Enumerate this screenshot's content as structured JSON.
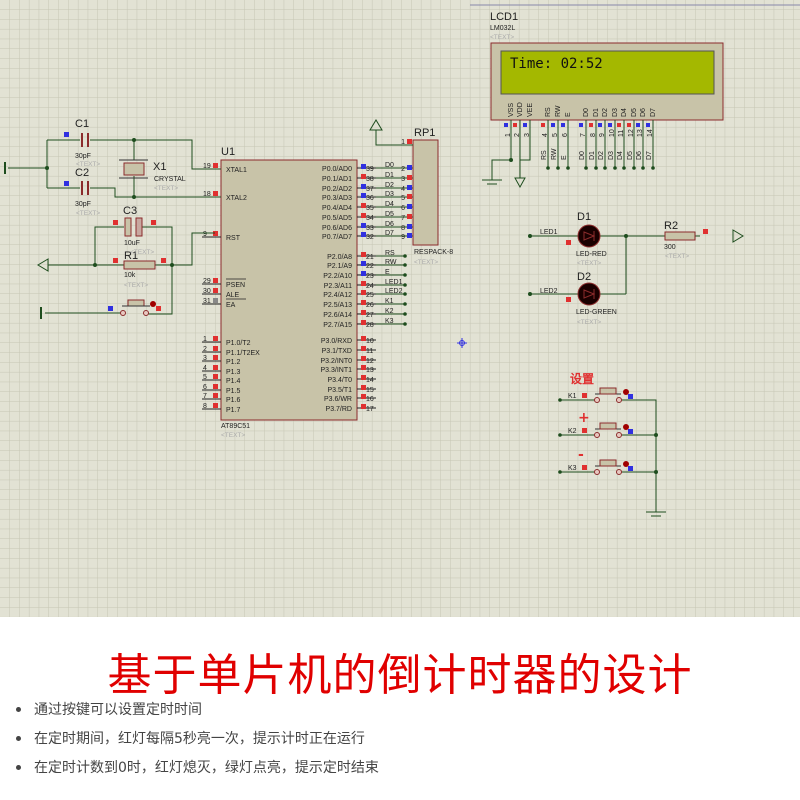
{
  "schematic": {
    "mcu": {
      "ref": "U1",
      "part": "AT89C51",
      "text": "<TEXT>",
      "left_pins": [
        [
          "19",
          "XTAL1"
        ],
        [
          "18",
          "XTAL2"
        ],
        [
          "9",
          "RST"
        ],
        [
          "29",
          "PSEN"
        ],
        [
          "30",
          "ALE"
        ],
        [
          "31",
          "EA"
        ],
        [
          "1",
          "P1.0/T2"
        ],
        [
          "2",
          "P1.1/T2EX"
        ],
        [
          "3",
          "P1.2"
        ],
        [
          "4",
          "P1.3"
        ],
        [
          "5",
          "P1.4"
        ],
        [
          "6",
          "P1.5"
        ],
        [
          "7",
          "P1.6"
        ],
        [
          "8",
          "P1.7"
        ]
      ],
      "right_pins": [
        [
          "39",
          "P0.0/AD0"
        ],
        [
          "38",
          "P0.1/AD1"
        ],
        [
          "37",
          "P0.2/AD2"
        ],
        [
          "36",
          "P0.3/AD3"
        ],
        [
          "35",
          "P0.4/AD4"
        ],
        [
          "34",
          "P0.5/AD5"
        ],
        [
          "33",
          "P0.6/AD6"
        ],
        [
          "32",
          "P0.7/AD7"
        ],
        [
          "21",
          "P2.0/A8"
        ],
        [
          "22",
          "P2.1/A9"
        ],
        [
          "23",
          "P2.2/A10"
        ],
        [
          "24",
          "P2.3/A11"
        ],
        [
          "25",
          "P2.4/A12"
        ],
        [
          "26",
          "P2.5/A13"
        ],
        [
          "27",
          "P2.6/A14"
        ],
        [
          "28",
          "P2.7/A15"
        ],
        [
          "10",
          "P3.0/RXD"
        ],
        [
          "11",
          "P3.1/TXD"
        ],
        [
          "12",
          "P3.2/INT0"
        ],
        [
          "13",
          "P3.3/INT1"
        ],
        [
          "14",
          "P3.4/T0"
        ],
        [
          "15",
          "P3.5/T1"
        ],
        [
          "16",
          "P3.6/WR"
        ],
        [
          "17",
          "P3.7/RD"
        ]
      ]
    },
    "p0_nets": [
      "D0",
      "D1",
      "D2",
      "D3",
      "D4",
      "D5",
      "D6",
      "D7"
    ],
    "p2_nets": [
      "RS",
      "RW",
      "E",
      "LED1",
      "LED2",
      "K1",
      "K2",
      "K3"
    ],
    "rp1": {
      "ref": "RP1",
      "part": "RESPACK-8",
      "text": "<TEXT>",
      "pins": [
        "1",
        "2",
        "3",
        "4",
        "5",
        "6",
        "7",
        "8",
        "9"
      ]
    },
    "c1": {
      "ref": "C1",
      "value": "30pF",
      "text": "<TEXT>"
    },
    "c2": {
      "ref": "C2",
      "value": "30pF",
      "text": "<TEXT>"
    },
    "x1": {
      "ref": "X1",
      "value": "CRYSTAL",
      "text": "<TEXT>"
    },
    "c3": {
      "ref": "C3",
      "value": "10uF",
      "text": "<TEXT>"
    },
    "r1": {
      "ref": "R1",
      "value": "10k",
      "text": "<TEXT>"
    },
    "lcd": {
      "ref": "LCD1",
      "part": "LM032L",
      "text": "<TEXT>",
      "display": "Time: 02:52",
      "screen_color": "#a4b800",
      "pins": [
        [
          "1",
          "VSS",
          ""
        ],
        [
          "2",
          "VDD",
          ""
        ],
        [
          "3",
          "VEE",
          ""
        ],
        [
          "4",
          "RS",
          "RS"
        ],
        [
          "5",
          "RW",
          "RW"
        ],
        [
          "6",
          "E",
          "E"
        ],
        [
          "7",
          "D0",
          "D0"
        ],
        [
          "8",
          "D1",
          "D1"
        ],
        [
          "9",
          "D2",
          "D2"
        ],
        [
          "10",
          "D3",
          "D3"
        ],
        [
          "11",
          "D4",
          "D4"
        ],
        [
          "12",
          "D5",
          "D5"
        ],
        [
          "13",
          "D6",
          "D6"
        ],
        [
          "14",
          "D7",
          "D7"
        ]
      ]
    },
    "d1": {
      "ref": "D1",
      "part": "LED-RED",
      "net": "LED1",
      "text": "<TEXT>"
    },
    "d2": {
      "ref": "D2",
      "part": "LED-GREEN",
      "net": "LED2",
      "text": "<TEXT>"
    },
    "r2": {
      "ref": "R2",
      "value": "300",
      "text": "<TEXT>"
    },
    "buttons": [
      {
        "caption": "设置",
        "net": "K1"
      },
      {
        "caption": "+",
        "net": "K2"
      },
      {
        "caption": "-",
        "net": "K3"
      }
    ],
    "colors": {
      "background": "#e2e2d4",
      "grid": "#c6c6b4",
      "wire": "#1e4d1e",
      "component_outline": "#8b2b2b",
      "pin_red": "#e03030",
      "pin_blue": "#3030e0"
    }
  },
  "slide": {
    "title": "基于单片机的倒计时器的设计",
    "title_color": "#e00000",
    "bullets": [
      "通过按键可以设置定时时间",
      "在定时期间，红灯每隔5秒亮一次，提示计时正在运行",
      "在定时计数到0时，红灯熄灭，绿灯点亮，提示定时结束"
    ]
  }
}
